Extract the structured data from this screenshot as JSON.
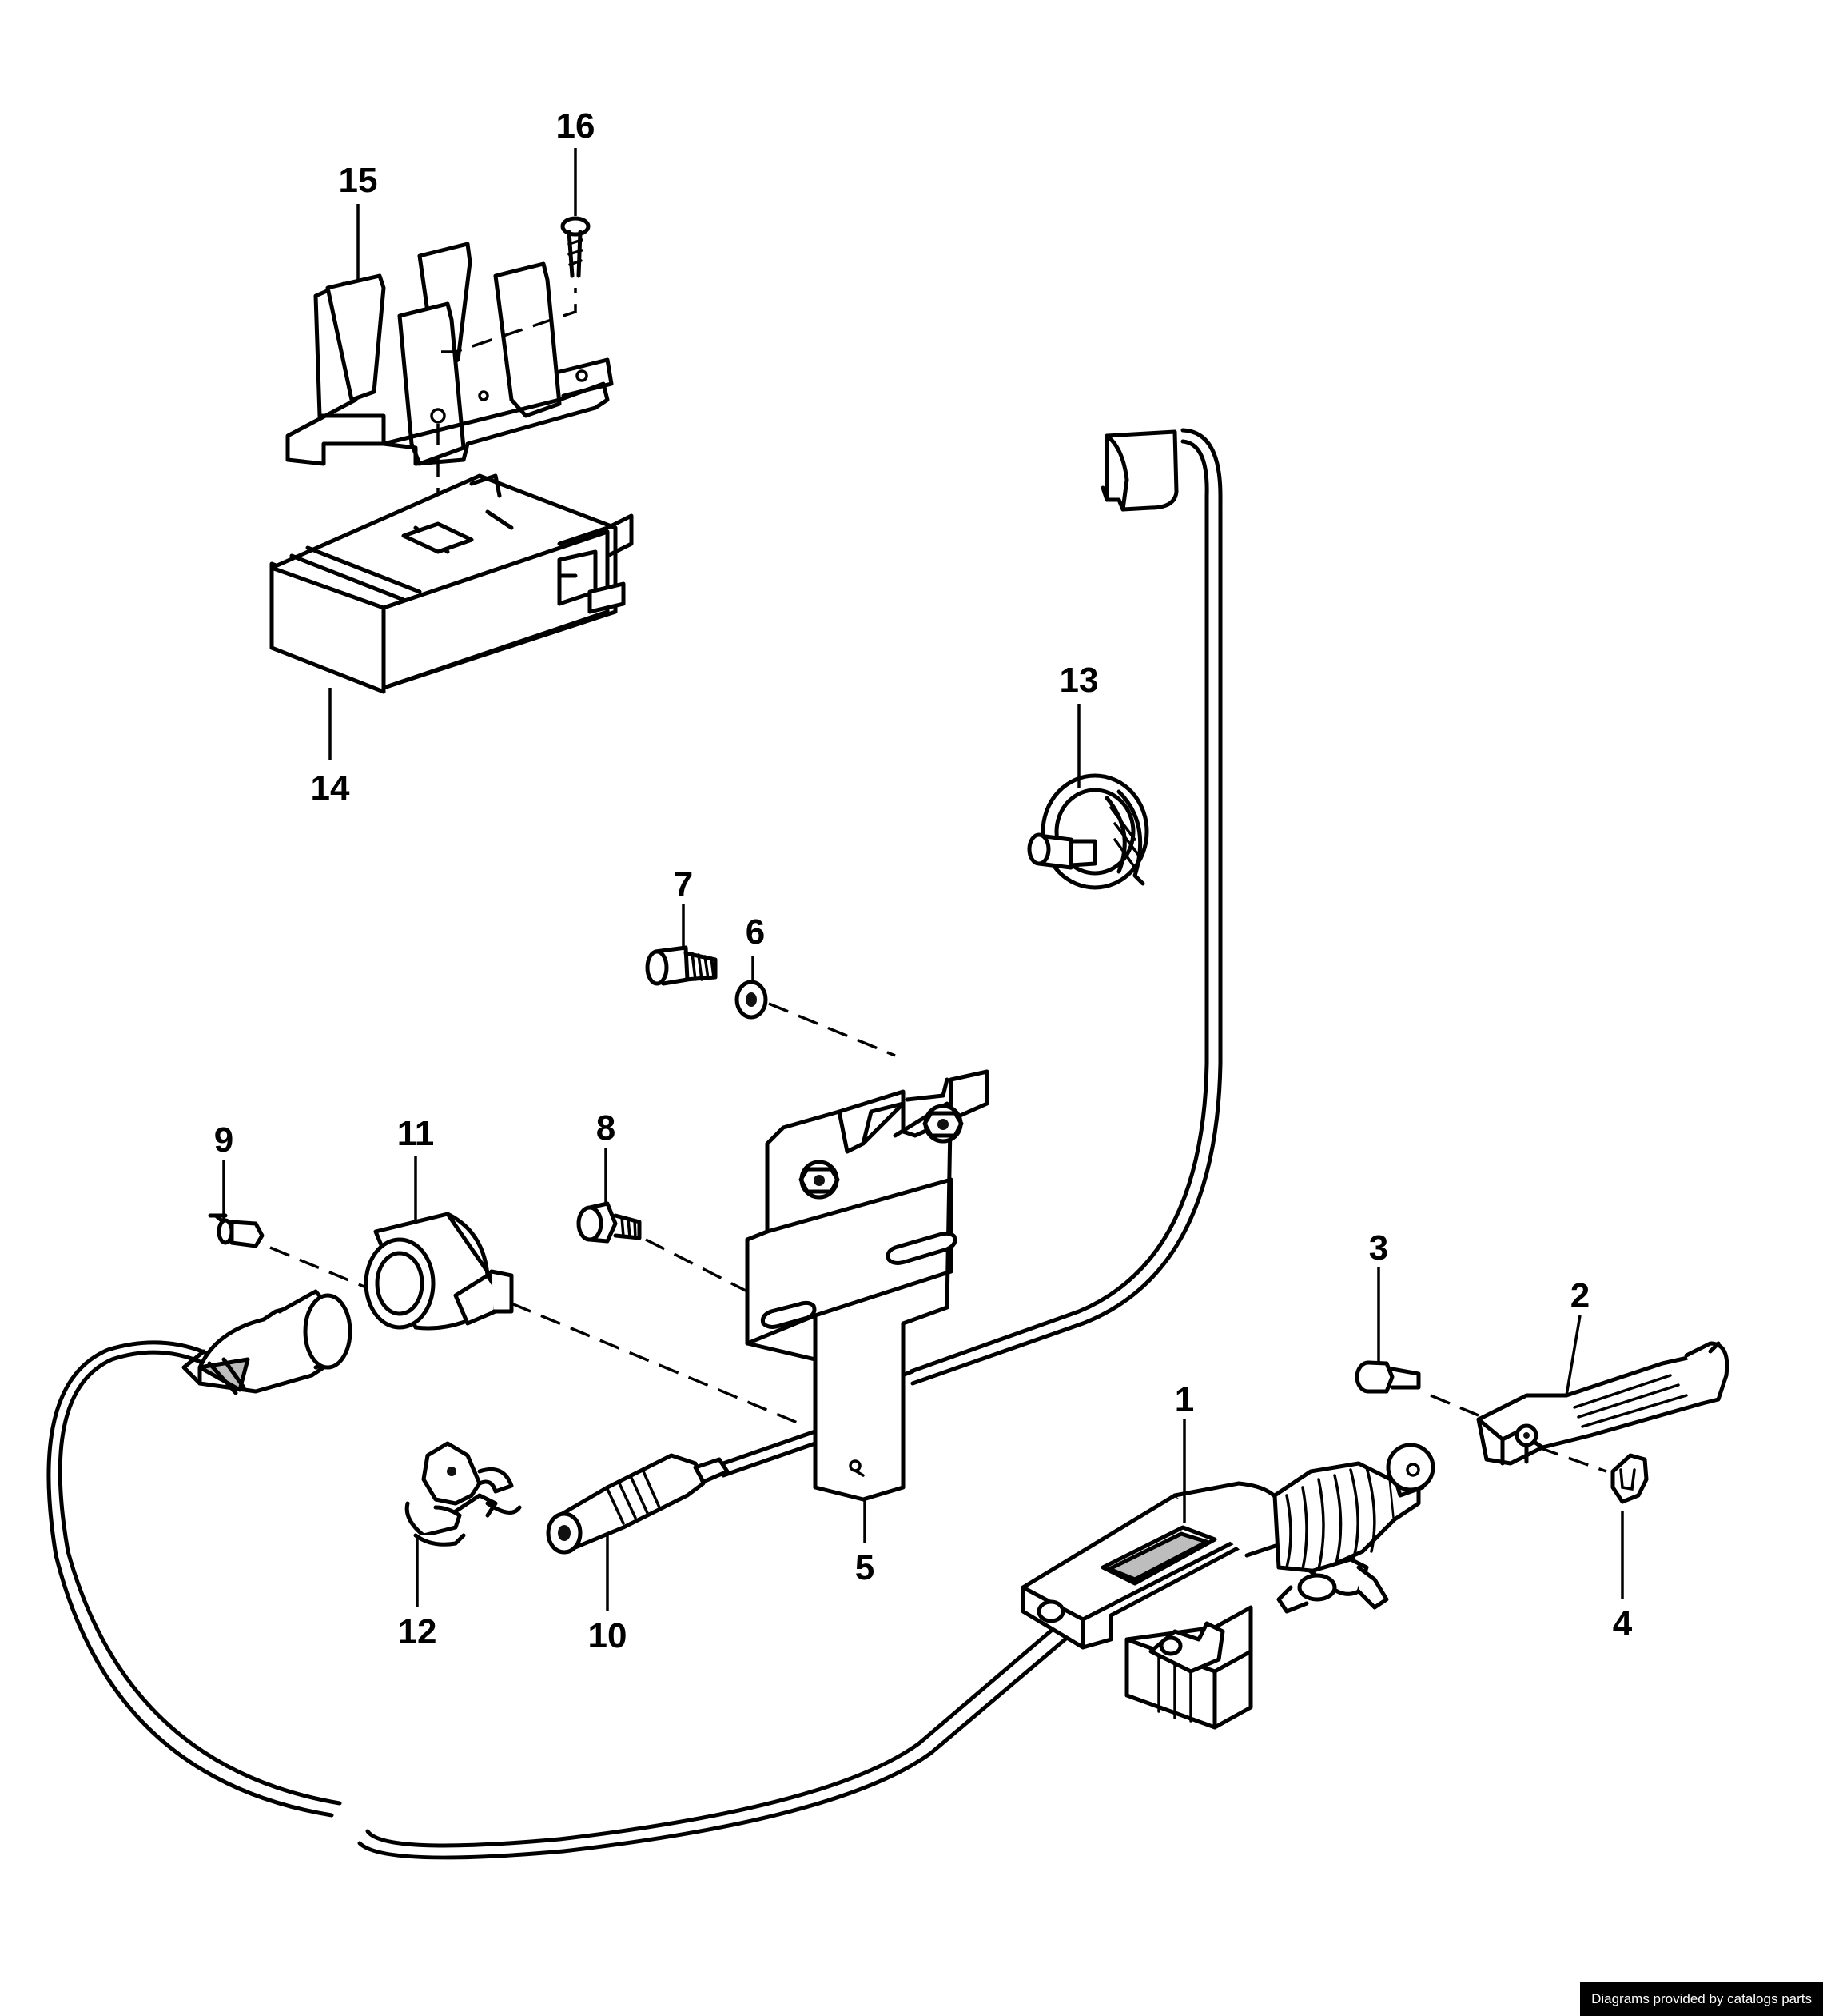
{
  "callouts": [
    {
      "id": "1",
      "label": "1"
    },
    {
      "id": "2",
      "label": "2"
    },
    {
      "id": "3",
      "label": "3"
    },
    {
      "id": "4",
      "label": "4"
    },
    {
      "id": "5",
      "label": "5"
    },
    {
      "id": "6",
      "label": "6"
    },
    {
      "id": "7",
      "label": "7"
    },
    {
      "id": "8",
      "label": "8"
    },
    {
      "id": "9",
      "label": "9"
    },
    {
      "id": "10",
      "label": "10"
    },
    {
      "id": "11",
      "label": "11"
    },
    {
      "id": "12",
      "label": "12"
    },
    {
      "id": "13",
      "label": "13"
    },
    {
      "id": "14",
      "label": "14"
    },
    {
      "id": "15",
      "label": "15"
    },
    {
      "id": "16",
      "label": "16"
    }
  ],
  "credit": "Diagrams provided by catalogs parts"
}
